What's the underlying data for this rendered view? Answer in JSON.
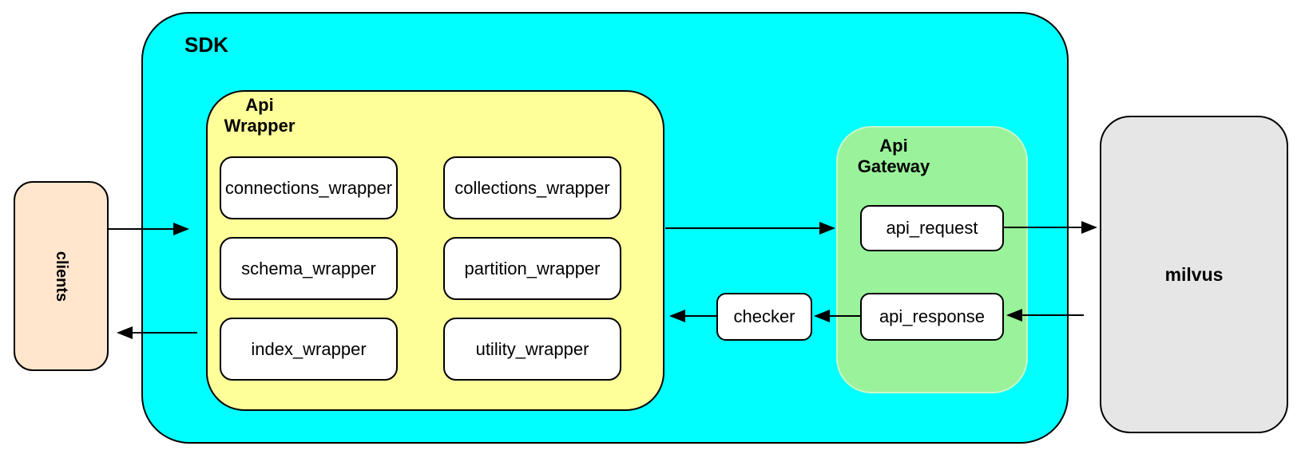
{
  "nodes": {
    "clients": {
      "label": "clients",
      "fill": "#FFE6CC"
    },
    "sdk": {
      "label": "SDK",
      "fill": "#00FFFF"
    },
    "api_wrapper": {
      "label_line1": "Api",
      "label_line2": "Wrapper",
      "fill": "#FFFF99",
      "children": [
        "connections_wrapper",
        "collections_wrapper",
        "schema_wrapper",
        "partition_wrapper",
        "index_wrapper",
        "utility_wrapper"
      ]
    },
    "checker": {
      "label": "checker",
      "fill": "#FFFFFF"
    },
    "api_gateway": {
      "label_line1": "Api",
      "label_line2": "Gateway",
      "fill": "#9AF29A",
      "children": [
        "api_request",
        "api_response"
      ]
    },
    "milvus": {
      "label": "milvus",
      "fill": "#E6E6E6"
    }
  },
  "edges": [
    {
      "from": "clients",
      "to": "sdk"
    },
    {
      "from": "sdk",
      "to": "clients"
    },
    {
      "from": "api_wrapper",
      "to": "api_gateway"
    },
    {
      "from": "api_request",
      "to": "milvus"
    },
    {
      "from": "milvus",
      "to": "api_response"
    },
    {
      "from": "api_response",
      "to": "checker"
    },
    {
      "from": "checker",
      "to": "api_wrapper"
    }
  ]
}
